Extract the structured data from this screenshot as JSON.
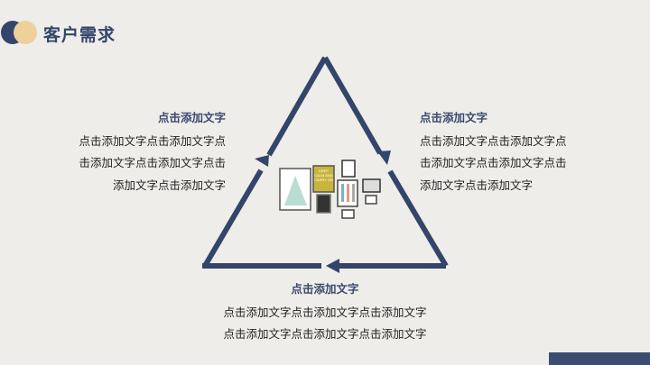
{
  "header": {
    "title": "客户需求"
  },
  "colors": {
    "primary": "#33456b",
    "accent": "#efcf9a",
    "background": "#eeede9"
  },
  "blocks": {
    "left": {
      "heading": "点击添加文字",
      "lines": [
        "点击添加文字点击添加文字点",
        "击添加文字点击添加文字点击",
        "添加文字点击添加文字"
      ]
    },
    "right": {
      "heading": "点击添加文字",
      "lines": [
        "点击添加文字点击添加文字点",
        "击添加文字点击添加文字点击",
        "添加文字点击添加文字"
      ]
    },
    "bottom": {
      "heading": "点击添加文字",
      "lines": [
        "点击添加文字点击添加文字点击添加文字",
        "点击添加文字点击添加文字点击添加文字"
      ]
    }
  },
  "artwork": {
    "poster_text": "KEEP CALM AND CARRY ON"
  }
}
